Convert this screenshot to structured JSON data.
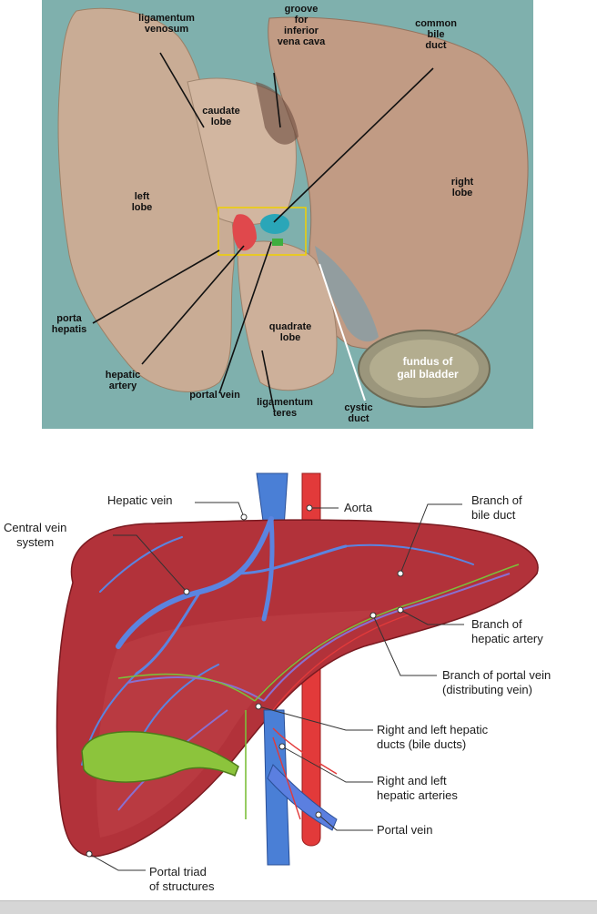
{
  "photo": {
    "labels": {
      "ligamentum_venosum": "ligamentum\nvenosum",
      "groove_ivc": "groove\nfor\ninferior\nvena cava",
      "common_bile_duct": "common\nbile\nduct",
      "caudate_lobe": "caudate\nlobe",
      "left_lobe": "left\nlobe",
      "right_lobe": "right\nlobe",
      "porta_hepatis": "porta\nhepatis",
      "quadrate_lobe": "quadrate\nlobe",
      "fundus_gall_bladder": "fundus of\ngall bladder",
      "hepatic_artery": "hepatic\nartery",
      "portal_vein": "portal vein",
      "ligamentum_teres": "ligamentum\nteres",
      "cystic_duct": "cystic\nduct"
    },
    "colors": {
      "background": "#7fb0ad",
      "liver": "#c7a58f",
      "artery_marker": "#e0484c",
      "bile_marker": "#2aa6b8",
      "vein_marker": "#3fae3f",
      "highlight_box": "#f0d000"
    }
  },
  "diagram": {
    "labels": {
      "hepatic_vein": "Hepatic vein",
      "aorta": "Aorta",
      "branch_bile_duct": "Branch of\nbile duct",
      "central_vein_system": "Central vein\nsystem",
      "branch_hepatic_artery": "Branch of\nhepatic artery",
      "branch_portal_vein": "Branch of portal vein\n(distributing vein)",
      "hepatic_ducts": "Right and left hepatic\nducts (bile ducts)",
      "hepatic_arteries": "Right and left\nhepatic arteries",
      "portal_vein": "Portal vein",
      "portal_triad": "Portal triad\nof structures"
    },
    "colors": {
      "liver": "#b2323a",
      "vein": "#4a7fd6",
      "artery": "#e23a3a",
      "bile": "#7cbf3a",
      "gallbladder": "#8cc43c"
    }
  }
}
